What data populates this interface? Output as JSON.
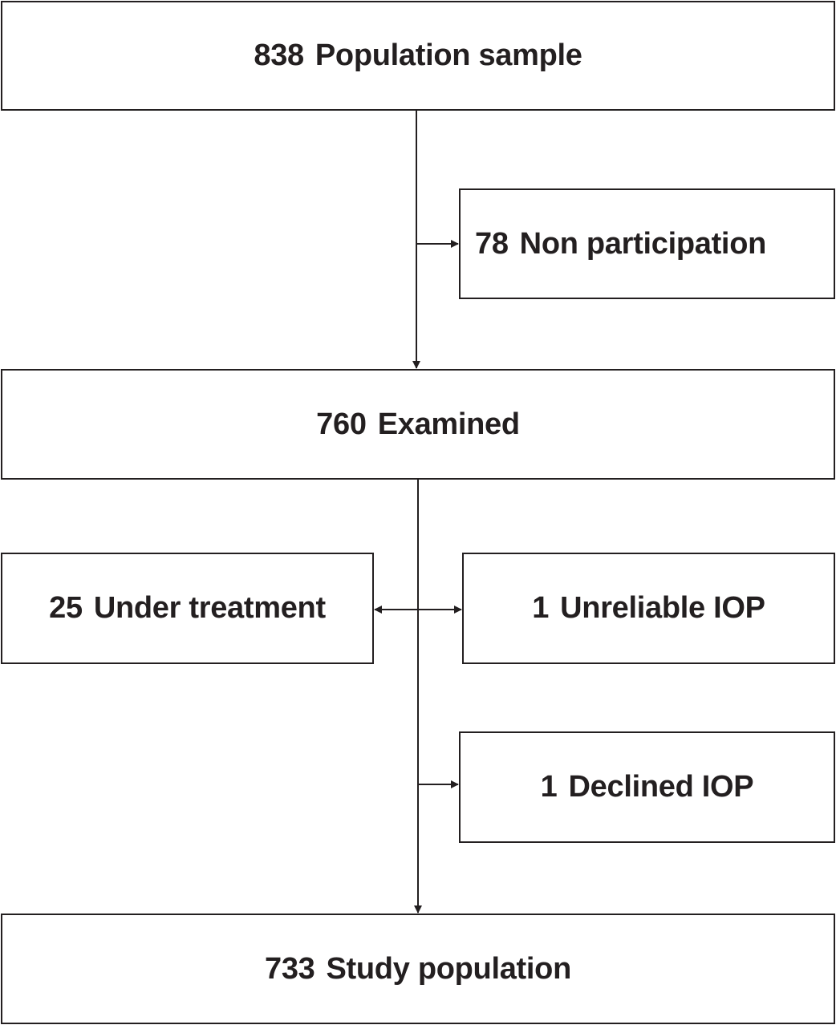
{
  "flowchart": {
    "population_sample": {
      "count": "838",
      "label": "Population sample"
    },
    "non_participation": {
      "count": "78",
      "label": "Non participation"
    },
    "examined": {
      "count": "760",
      "label": "Examined"
    },
    "under_treatment": {
      "count": "25",
      "label": "Under treatment"
    },
    "unreliable_iop": {
      "count": "1",
      "label": "Unreliable IOP"
    },
    "declined_iop": {
      "count": "1",
      "label": "Declined IOP"
    },
    "study_population": {
      "count": "733",
      "label": "Study population"
    }
  },
  "colors": {
    "line": "#231f20",
    "text": "#231f20",
    "background": "#ffffff"
  }
}
